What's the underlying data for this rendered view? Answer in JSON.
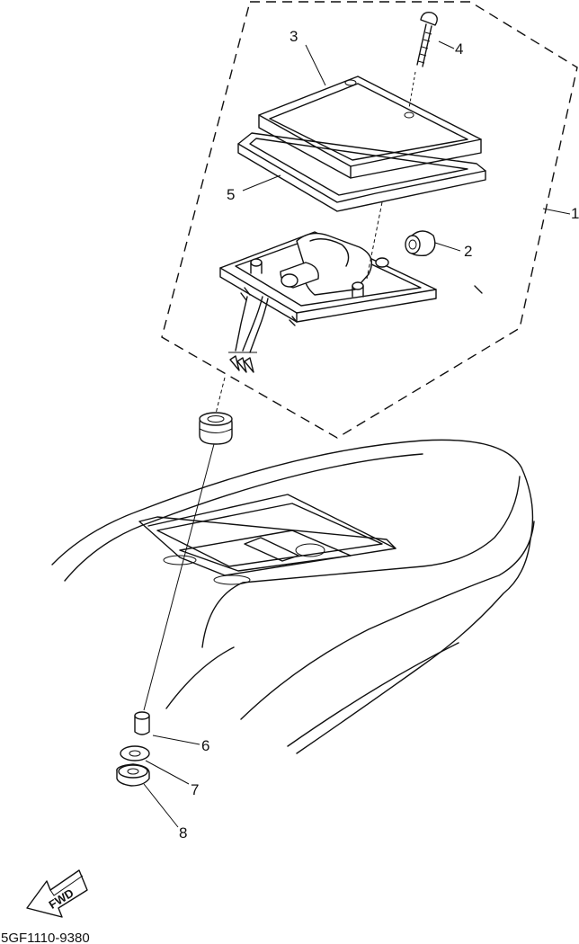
{
  "callouts": [
    {
      "id": "1",
      "label": "1"
    },
    {
      "id": "2",
      "label": "2"
    },
    {
      "id": "3",
      "label": "3"
    },
    {
      "id": "4",
      "label": "4"
    },
    {
      "id": "5",
      "label": "5"
    },
    {
      "id": "6",
      "label": "6"
    },
    {
      "id": "7",
      "label": "7"
    },
    {
      "id": "8",
      "label": "8"
    }
  ],
  "fwd_label": "FWD",
  "part_code": "5GF1110-9380"
}
